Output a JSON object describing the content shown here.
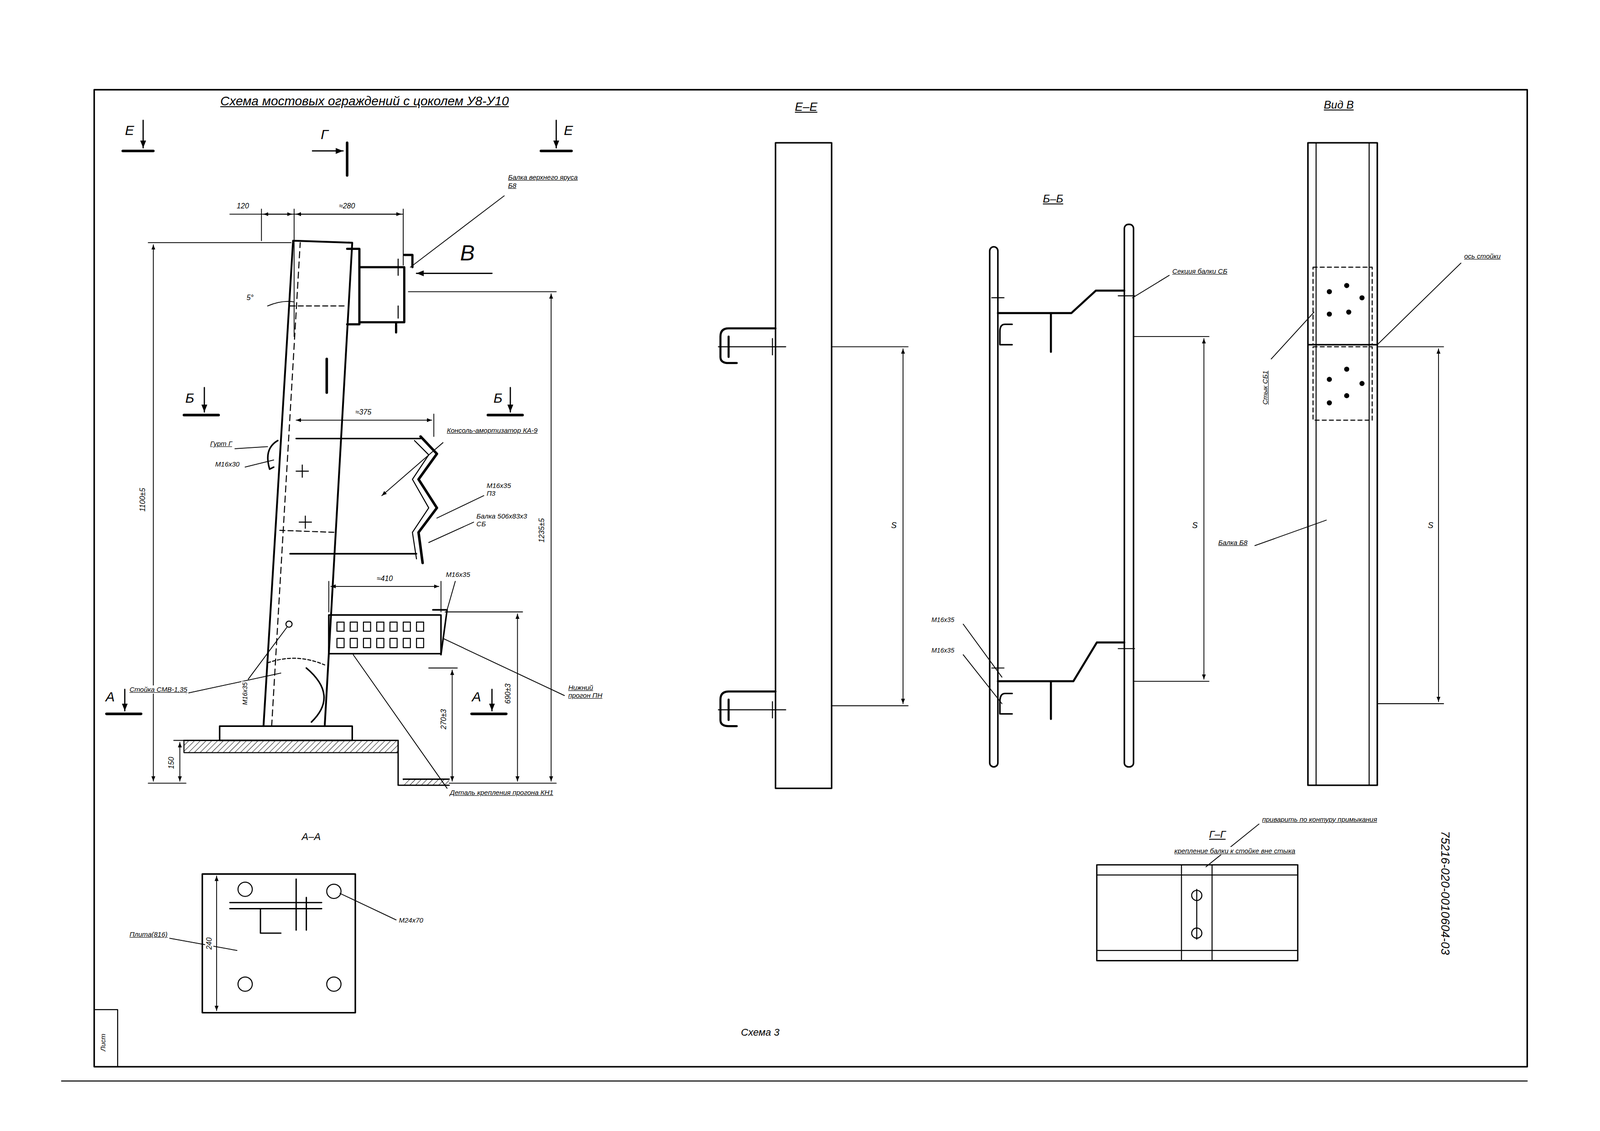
{
  "diagram": {
    "title": "Схема мостовых ограждений с цоколем У8-У10",
    "labels": [
      "Е",
      "Е",
      "Г",
      "В",
      "Б",
      "Б",
      "А",
      "А",
      "120",
      "≈280",
      "5°",
      "Балка верхнего яруса Б8",
      "≈375",
      "Консоль-амортизатор КА-9",
      "Гурт Г",
      "М16х30",
      "М16х35 П3",
      "Балка 506х83х3 СБ",
      "1100±5",
      "1235±5",
      "≈410",
      "М16х35",
      "690±3",
      "270±3",
      "М16х35",
      "Стойка СМВ-1,35",
      "Нижний прогон ПН",
      "Деталь крепления прогона КН1",
      "150",
      "А–А",
      "240",
      "М24х70",
      "Плита(816)",
      "Схема 3",
      "Е–Е",
      "S",
      "Б–Б",
      "Секция балки СБ",
      "S",
      "М16х35",
      "М16х35",
      "Вид В",
      "ось стойки",
      "Стык СБ1",
      "Балка Б8",
      "S",
      "Г–Г",
      "крепление балки к стойке вне стыка",
      "приварить по контуру примыкания",
      "75216-020-0010604-03",
      "Лист"
    ]
  }
}
